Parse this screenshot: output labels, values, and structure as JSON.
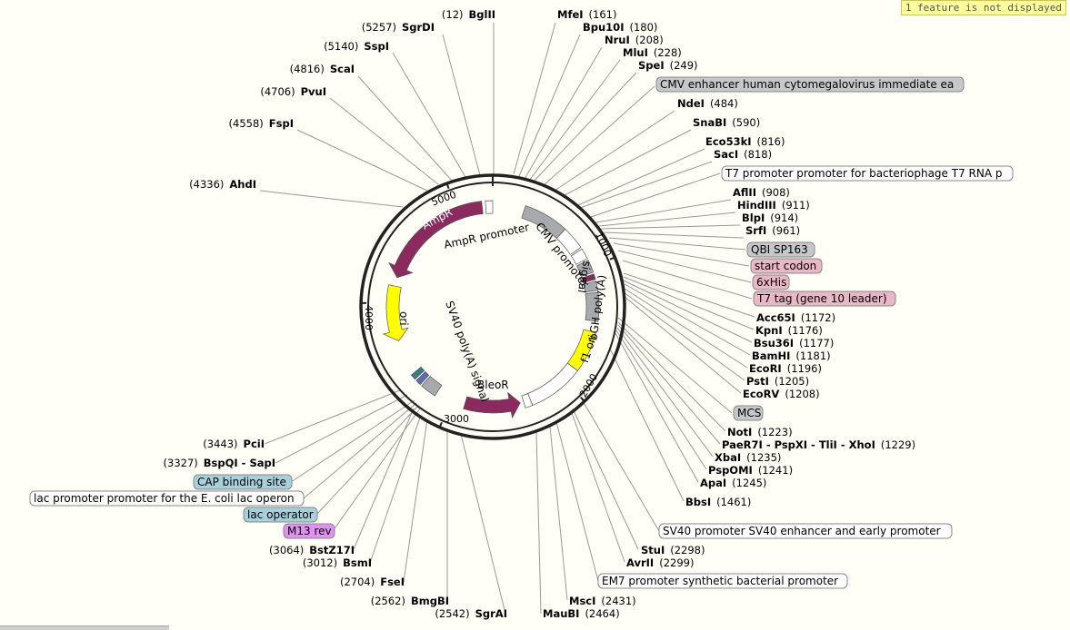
{
  "notice": "1 feature is not displayed",
  "ticks": [
    "1000",
    "2000",
    "3000",
    "4000",
    "5000"
  ],
  "enzymes_left": [
    {
      "name": "BglII",
      "pos": "(12)"
    },
    {
      "name": "SgrDI",
      "pos": "(5257)"
    },
    {
      "name": "SspI",
      "pos": "(5140)"
    },
    {
      "name": "ScaI",
      "pos": "(4816)"
    },
    {
      "name": "PvuI",
      "pos": "(4706)"
    },
    {
      "name": "FspI",
      "pos": "(4558)"
    },
    {
      "name": "AhdI",
      "pos": "(4336)"
    },
    {
      "name": "PciI",
      "pos": "(3443)"
    },
    {
      "name": "BspQI - SapI",
      "pos": "(3327)"
    },
    {
      "name": "BstZ17I",
      "pos": "(3064)"
    },
    {
      "name": "BsmI",
      "pos": "(3012)"
    },
    {
      "name": "FseI",
      "pos": "(2704)"
    },
    {
      "name": "BmgBI",
      "pos": "(2562)"
    },
    {
      "name": "SgrAI",
      "pos": "(2542)"
    }
  ],
  "enzymes_right": [
    {
      "name": "MfeI",
      "pos": "(161)"
    },
    {
      "name": "Bpu10I",
      "pos": "(180)"
    },
    {
      "name": "NruI",
      "pos": "(208)"
    },
    {
      "name": "MluI",
      "pos": "(228)"
    },
    {
      "name": "SpeI",
      "pos": "(249)"
    },
    {
      "name": "NdeI",
      "pos": "(484)"
    },
    {
      "name": "SnaBI",
      "pos": "(590)"
    },
    {
      "name": "Eco53kI",
      "pos": "(816)"
    },
    {
      "name": "SacI",
      "pos": "(818)"
    },
    {
      "name": "AflII",
      "pos": "(908)"
    },
    {
      "name": "HindIII",
      "pos": "(911)"
    },
    {
      "name": "BlpI",
      "pos": "(914)"
    },
    {
      "name": "SrfI",
      "pos": "(961)"
    },
    {
      "name": "Acc65I",
      "pos": "(1172)"
    },
    {
      "name": "KpnI",
      "pos": "(1176)"
    },
    {
      "name": "Bsu36I",
      "pos": "(1177)"
    },
    {
      "name": "BamHI",
      "pos": "(1181)"
    },
    {
      "name": "EcoRI",
      "pos": "(1196)"
    },
    {
      "name": "PstI",
      "pos": "(1205)"
    },
    {
      "name": "EcoRV",
      "pos": "(1208)"
    },
    {
      "name": "NotI",
      "pos": "(1223)"
    },
    {
      "name": "PaeR7I - PspXI - TliI - XhoI",
      "pos": "(1229)"
    },
    {
      "name": "XbaI",
      "pos": "(1235)"
    },
    {
      "name": "PspOMI",
      "pos": "(1241)"
    },
    {
      "name": "ApaI",
      "pos": "(1245)"
    },
    {
      "name": "BbsI",
      "pos": "(1461)"
    },
    {
      "name": "StuI",
      "pos": "(2298)"
    },
    {
      "name": "AvrII",
      "pos": "(2299)"
    },
    {
      "name": "MscI",
      "pos": "(2431)"
    },
    {
      "name": "MauBI",
      "pos": "(2464)"
    }
  ],
  "feature_boxes": [
    {
      "text": "CMV enhancer human cytomegalovirus immediate ea",
      "color": "#c6c7c9"
    },
    {
      "text": "T7 promoter promoter for bacteriophage T7 RNA p",
      "color": "#ffffff"
    },
    {
      "text": "QBI SP163",
      "color": "#c6c7c9"
    },
    {
      "text": "start codon",
      "color": "#e9b7c6"
    },
    {
      "text": "6xHis",
      "color": "#e9b7c6"
    },
    {
      "text": "T7 tag (gene 10 leader)",
      "color": "#e9b7c6"
    },
    {
      "text": "MCS",
      "color": "#c6c7c9"
    },
    {
      "text": "SV40 promoter SV40 enhancer and early promoter",
      "color": "#ffffff"
    },
    {
      "text": "EM7 promoter synthetic bacterial promoter",
      "color": "#ffffff"
    },
    {
      "text": "CAP binding site",
      "color": "#a6d0db"
    },
    {
      "text": "lac promoter promoter for the E. coli lac operon",
      "color": "#ffffff"
    },
    {
      "text": "lac operator",
      "color": "#a6d0db"
    },
    {
      "text": "M13 rev",
      "color": "#e291f0"
    }
  ],
  "inner_labels": {
    "ampr": "AmpR",
    "ampr_promoter": "AmpR promoter",
    "cmv_promoter": "CMV promoter",
    "signal_top": "signal",
    "bgh": "bGH poly(A)",
    "f1": "f1 ori",
    "bleor": "BleoR",
    "sv40": "SV40 poly(A) signal",
    "ori": "ori"
  },
  "colors": {
    "ampr": "#8b2a5f",
    "ori": "#ffff00",
    "grey_feature": "#a7a9ac",
    "backbone": "#222222"
  }
}
